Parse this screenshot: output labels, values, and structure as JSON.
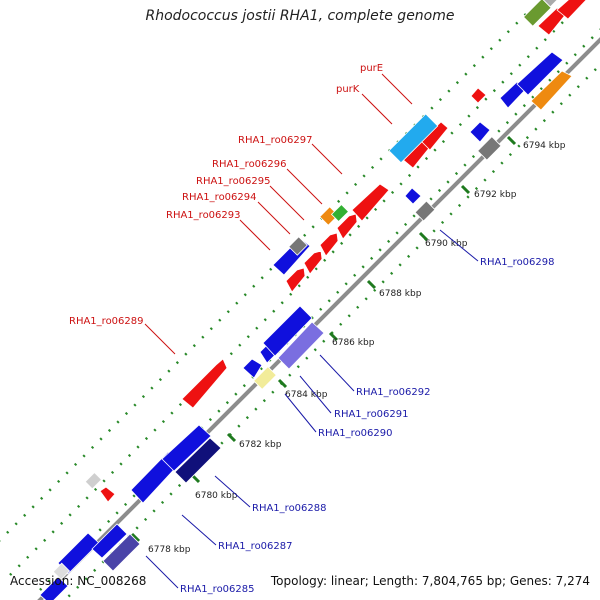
{
  "title": "Rhodococcus jostii RHA1, complete genome",
  "footer": {
    "accession": "Accession: NC_008268",
    "summary": "Topology: linear; Length: 7,804,765 bp; Genes: 7,274"
  },
  "colors": {
    "backbone": "#8c8c8c",
    "tick_dots": "#2a8a2a",
    "label_forward": "#cc1111",
    "label_reverse": "#1a1aa8"
  },
  "scale_labels": [
    "6778 kbp",
    "6780 kbp",
    "6782 kbp",
    "6784 kbp",
    "6786 kbp",
    "6788 kbp",
    "6790 kbp",
    "6792 kbp",
    "6794 kbp"
  ],
  "gene_labels_forward": [
    "purE",
    "purK",
    "RHA1_ro06297",
    "RHA1_ro06296",
    "RHA1_ro06295",
    "RHA1_ro06294",
    "RHA1_ro06293",
    "RHA1_ro06289"
  ],
  "gene_labels_reverse": [
    "RHA1_ro06298",
    "RHA1_ro06292",
    "RHA1_ro06291",
    "RHA1_ro06290",
    "RHA1_ro06288",
    "RHA1_ro06287",
    "RHA1_ro06285"
  ]
}
